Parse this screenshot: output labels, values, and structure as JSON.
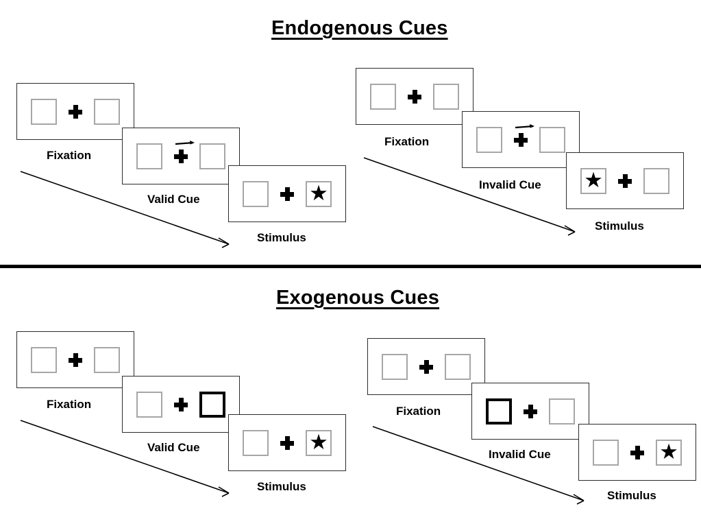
{
  "figure": {
    "background": "#ffffff",
    "stroke": "#2b2b2b",
    "box_stroke": "#a6a6a6",
    "cue_stroke": "#000000",
    "star_glyph": "★"
  },
  "sections": [
    {
      "id": "endogenous",
      "title": "Endogenous Cues",
      "cue_type": "arrow",
      "sequences": [
        {
          "id": "endogenous-valid",
          "validity": "valid",
          "panels": [
            {
              "id": "fixation",
              "caption": "Fixation",
              "left_content": "empty",
              "right_content": "empty",
              "cue": "none"
            },
            {
              "id": "cue",
              "caption": "Valid Cue",
              "left_content": "empty",
              "right_content": "empty",
              "cue": "arrow-right"
            },
            {
              "id": "stimulus",
              "caption": "Stimulus",
              "left_content": "empty",
              "right_content": "star",
              "cue": "none"
            }
          ],
          "flow_arrow": "time-arrow"
        },
        {
          "id": "endogenous-invalid",
          "validity": "invalid",
          "panels": [
            {
              "id": "fixation",
              "caption": "Fixation",
              "left_content": "empty",
              "right_content": "empty",
              "cue": "none"
            },
            {
              "id": "cue",
              "caption": "Invalid Cue",
              "left_content": "empty",
              "right_content": "empty",
              "cue": "arrow-right"
            },
            {
              "id": "stimulus",
              "caption": "Stimulus",
              "left_content": "star",
              "right_content": "empty",
              "cue": "none"
            }
          ],
          "flow_arrow": "time-arrow"
        }
      ]
    },
    {
      "id": "exogenous",
      "title": "Exogenous Cues",
      "cue_type": "box-flash",
      "sequences": [
        {
          "id": "exogenous-valid",
          "validity": "valid",
          "panels": [
            {
              "id": "fixation",
              "caption": "Fixation",
              "left_content": "empty",
              "right_content": "empty",
              "cue": "none"
            },
            {
              "id": "cue",
              "caption": "Valid Cue",
              "left_content": "empty",
              "right_content": "cued-box",
              "cue": "none"
            },
            {
              "id": "stimulus",
              "caption": "Stimulus",
              "left_content": "empty",
              "right_content": "star",
              "cue": "none"
            }
          ],
          "flow_arrow": "time-arrow"
        },
        {
          "id": "exogenous-invalid",
          "validity": "invalid",
          "panels": [
            {
              "id": "fixation",
              "caption": "Fixation",
              "left_content": "empty",
              "right_content": "empty",
              "cue": "none"
            },
            {
              "id": "cue",
              "caption": "Invalid Cue",
              "left_content": "cued-box",
              "right_content": "empty",
              "cue": "none"
            },
            {
              "id": "stimulus",
              "caption": "Stimulus",
              "left_content": "empty",
              "right_content": "star",
              "cue": "none"
            }
          ],
          "flow_arrow": "time-arrow"
        }
      ]
    }
  ]
}
